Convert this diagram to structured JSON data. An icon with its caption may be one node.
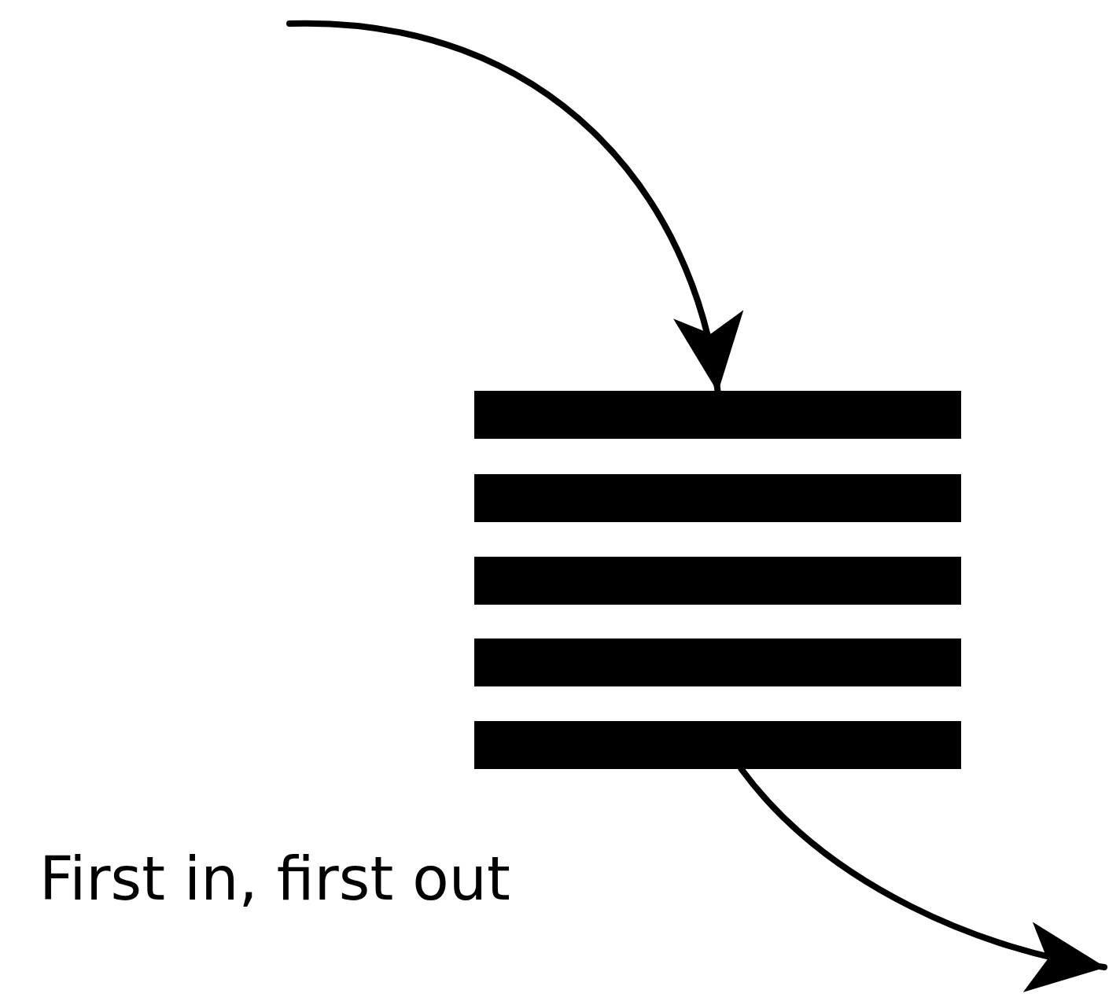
{
  "diagram": {
    "nodes": [
      {
        "text": [],
        "shape": "bar"
      },
      {
        "text": [],
        "shape": "bar"
      },
      {
        "text": [],
        "shape": "bar"
      },
      {
        "text": [],
        "shape": "bar"
      },
      {
        "text": [],
        "shape": "bar"
      }
    ],
    "edges": [
      {
        "from": null,
        "to": 0,
        "arrow": "to"
      },
      {
        "from": 4,
        "to": null,
        "arrow": "to"
      }
    ],
    "labels": [
      "First in, first out"
    ]
  }
}
